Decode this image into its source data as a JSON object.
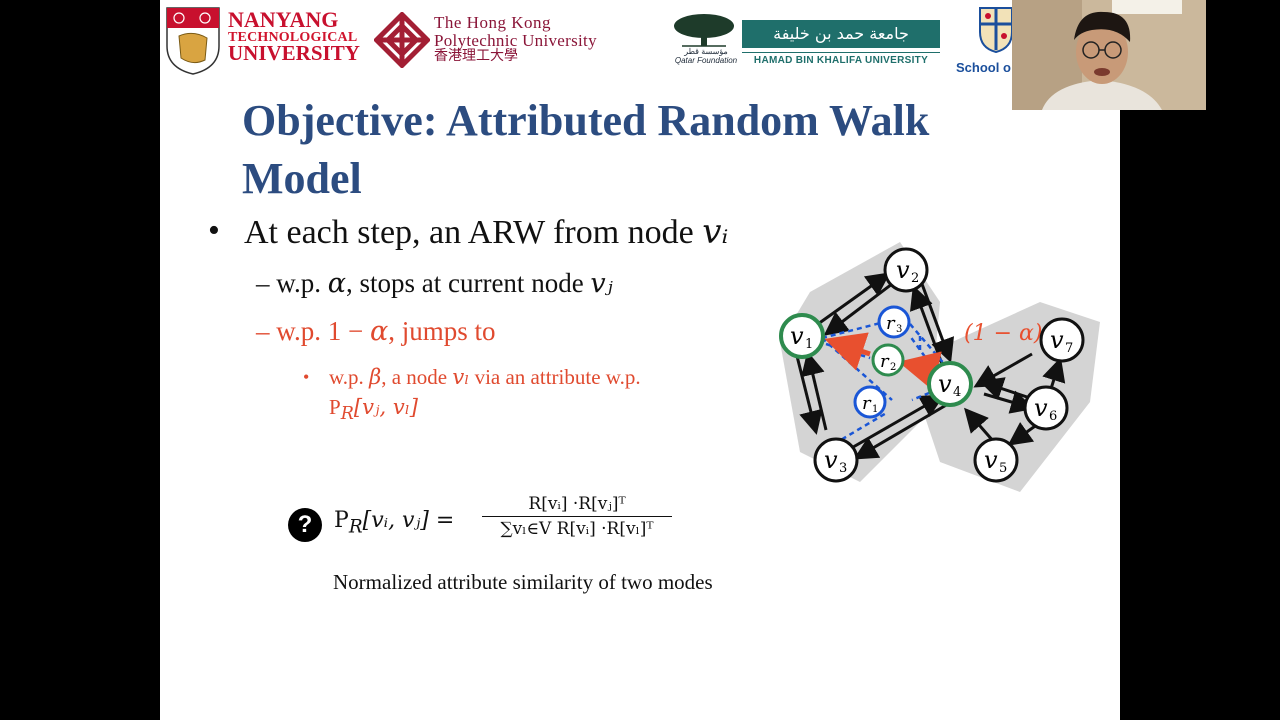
{
  "logos": {
    "ntu": {
      "line1": "NANYANG",
      "line2": "TECHNOLOGICAL",
      "line3": "UNIVERSITY"
    },
    "polyu": {
      "line1": "The Hong Kong",
      "line2": "Polytechnic University",
      "line3": "香港理工大學"
    },
    "qf": {
      "arabic": "مؤسسة قطر",
      "english": "Qatar Foundation"
    },
    "hbku": {
      "arabic": "جامعة حمد بن خليفة",
      "english": "HAMAD BIN KHALIFA UNIVERSITY"
    },
    "school": {
      "text": "School o"
    }
  },
  "slide": {
    "title": "Objective: Attributed Random Walk Model",
    "bullets": {
      "b1": {
        "text": "At each step, an ARW from node ",
        "var": "vᵢ"
      },
      "b2": {
        "dash": "–",
        "text1": "w.p. ",
        "var1": "α",
        "text2": ", stops at current node ",
        "var2": "vⱼ"
      },
      "b3": {
        "dash": "–",
        "text1": "w.p. 1 − ",
        "var1": "α",
        "text2": ", jumps to"
      },
      "b4": {
        "dot": "•",
        "text1": "w.p. ",
        "var1": "β",
        "text2": ", a node ",
        "var2": "vₗ",
        "text3": " via an attribute w.p. ",
        "expr": "P",
        "sub": "R",
        "args": "[vⱼ, vₗ]"
      }
    },
    "question_icon": "?",
    "formula": {
      "lhs": "P",
      "lhs_sub": "R",
      "lhs_args": "[vᵢ, vⱼ] =",
      "numerator": "R[vᵢ] ·R[vⱼ]ᵀ",
      "denominator": "∑vₗ∈V R[vᵢ] ·R[vₗ]ᵀ"
    },
    "caption": "Normalized attribute similarity of two modes"
  },
  "graph": {
    "edge_label": "(1 − α)×β",
    "nodes": {
      "v1": "v",
      "v1_sub": "1",
      "v2": "v",
      "v2_sub": "2",
      "v3": "v",
      "v3_sub": "3",
      "v4": "v",
      "v4_sub": "4",
      "v5": "v",
      "v5_sub": "5",
      "v6": "v",
      "v6_sub": "6",
      "v7": "v",
      "v7_sub": "7",
      "r1": "r",
      "r1_sub": "1",
      "r2": "r",
      "r2_sub": "2",
      "r3": "r",
      "r3_sub": "3"
    },
    "colors": {
      "highlight": "#2e8b4e",
      "attribute": "#1a56d6",
      "accent": "#e8502f",
      "region": "#d4d4d4"
    }
  }
}
